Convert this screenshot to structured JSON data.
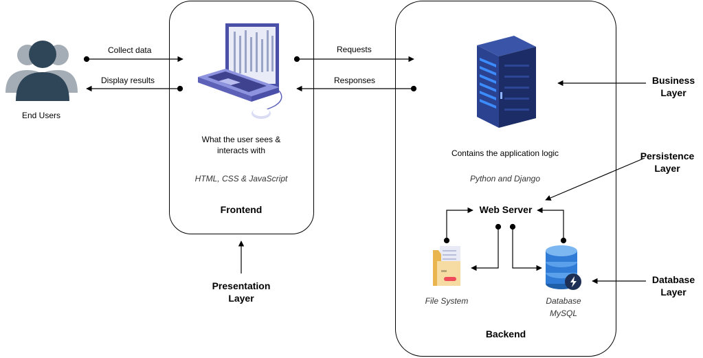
{
  "end_users": {
    "label": "End Users",
    "icon": "users-group-icon"
  },
  "arrows": {
    "collect": "Collect data",
    "display": "Display results",
    "requests": "Requests",
    "responses": "Responses"
  },
  "frontend": {
    "title": "Frontend",
    "desc_line1": "What the user sees &",
    "desc_line2": "interacts with",
    "tech": "HTML, CSS & JavaScript",
    "icon": "laptop-icon"
  },
  "backend": {
    "title": "Backend",
    "desc": "Contains the application logic",
    "tech": "Python and Django",
    "server_icon": "server-rack-icon",
    "web_server": "Web Server",
    "file_system": "File System",
    "database_line1": "Database",
    "database_line2": "MySQL"
  },
  "layers": {
    "presentation_line1": "Presentation",
    "presentation_line2": "Layer",
    "business_line1": "Business",
    "business_line2": "Layer",
    "persistence_line1": "Persistence",
    "persistence_line2": "Layer",
    "database_line1": "Database",
    "database_line2": "Layer"
  },
  "colors": {
    "user_dark": "#2f4558",
    "user_light": "#a4adb5",
    "laptop": "#7b7fd6",
    "server": "#1f3370",
    "server_accent": "#3c8cff",
    "db": "#2f7bd6",
    "folder": "#f6dba3"
  }
}
